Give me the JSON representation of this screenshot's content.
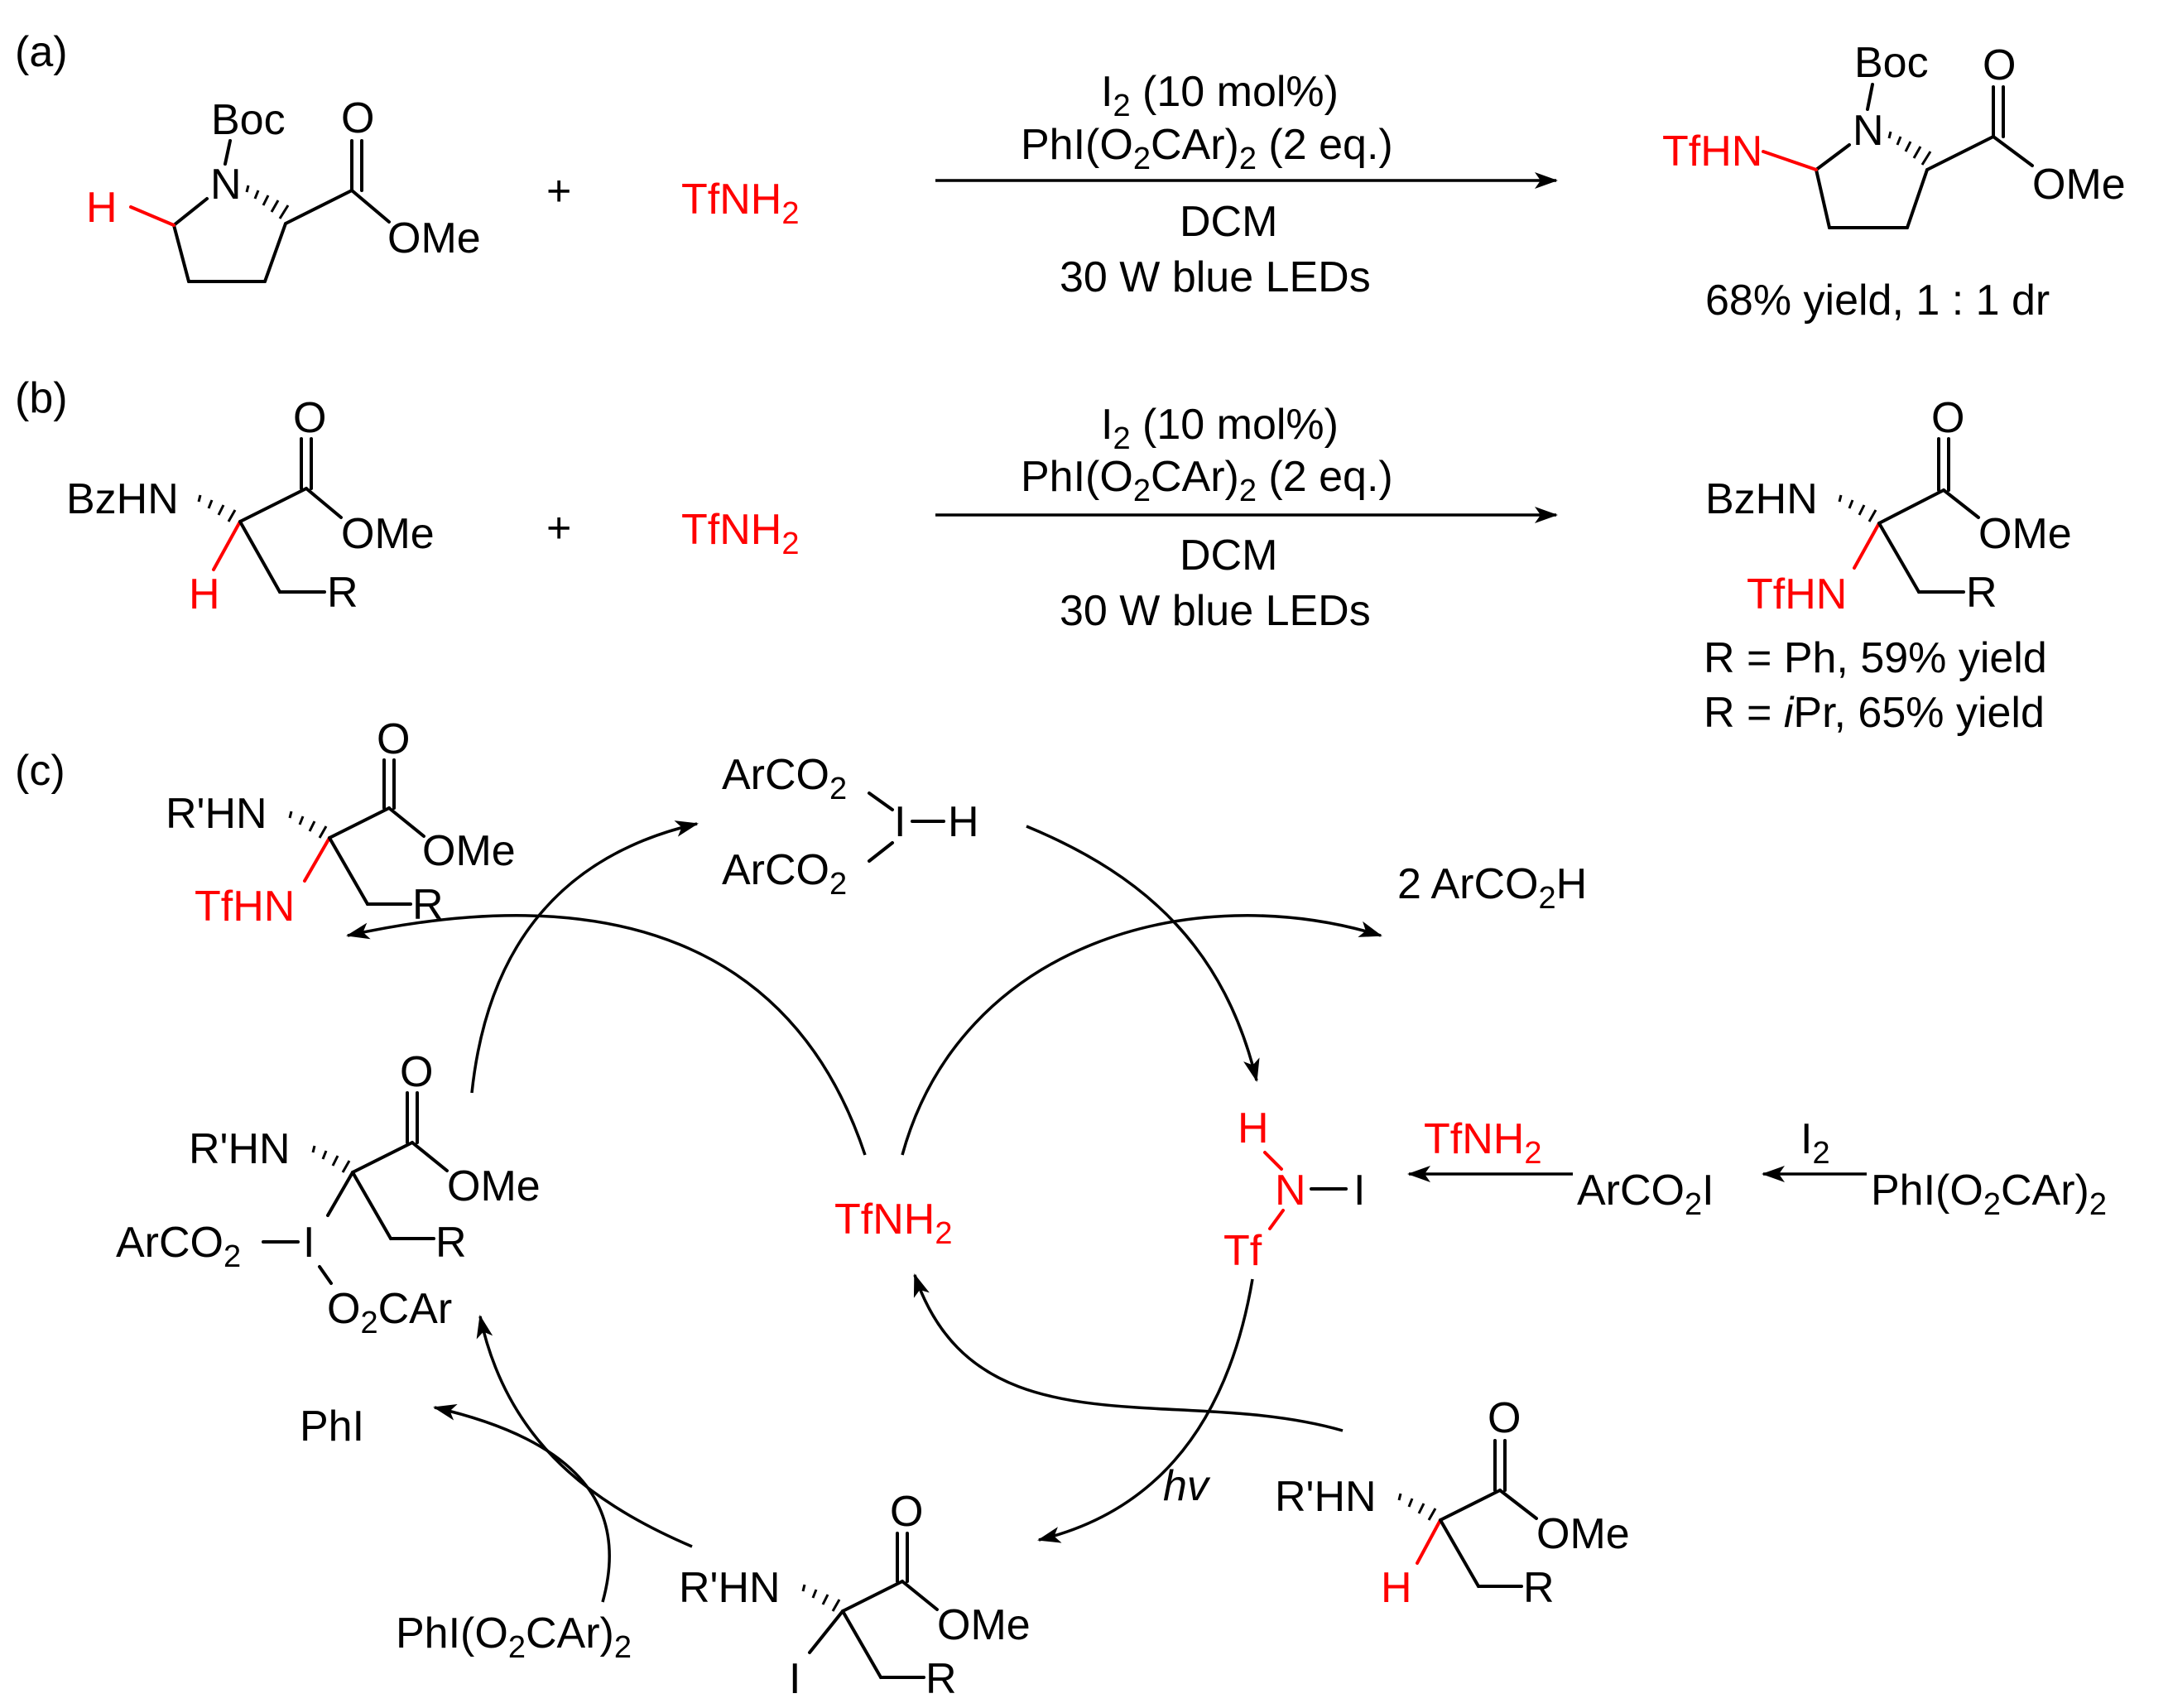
{
  "panels": {
    "a": "(a)",
    "b": "(b)",
    "c": "(c)"
  },
  "reaction_a": {
    "substrate_boc": "Boc",
    "substrate_n": "N",
    "substrate_h": "H",
    "substrate_o": "O",
    "substrate_ome": "OMe",
    "plus": "+",
    "reagent": "TfNH",
    "reagent_sub": "2",
    "cond_line1_main": "I",
    "cond_line1_sub": "2",
    "cond_line1_rest": " (10 mol%)",
    "cond_line2_a": "PhI(O",
    "cond_line2_sub1": "2",
    "cond_line2_b": "CAr)",
    "cond_line2_sub2": "2",
    "cond_line2_c": " (2 eq.)",
    "cond_solvent": "DCM",
    "cond_light": "30 W blue LEDs",
    "product_boc": "Boc",
    "product_n": "N",
    "product_tfhn": "TfHN",
    "product_o": "O",
    "product_ome": "OMe",
    "yield": "68% yield, 1 : 1 dr"
  },
  "reaction_b": {
    "substrate_bzhn": "BzHN",
    "substrate_o": "O",
    "substrate_ome": "OMe",
    "substrate_h": "H",
    "substrate_r": "R",
    "plus": "+",
    "reagent": "TfNH",
    "reagent_sub": "2",
    "cond_line1_main": "I",
    "cond_line1_sub": "2",
    "cond_line1_rest": " (10 mol%)",
    "cond_line2_a": "PhI(O",
    "cond_line2_sub1": "2",
    "cond_line2_b": "CAr)",
    "cond_line2_sub2": "2",
    "cond_line2_c": " (2 eq.)",
    "cond_solvent": "DCM",
    "cond_light": "30 W blue LEDs",
    "product_bzhn": "BzHN",
    "product_tfhn": "TfHN",
    "product_o": "O",
    "product_ome": "OMe",
    "product_r": "R",
    "yield_ph": "R = Ph, 59% yield",
    "yield_ipr_a": "R = ",
    "yield_ipr_i": "i",
    "yield_ipr_b": "Pr, 65% yield"
  },
  "cycle": {
    "product_rhn": "R'HN",
    "product_o": "O",
    "product_ome": "OMe",
    "product_tfhn": "TfHN",
    "product_r": "R",
    "iodane_arco2_top": "ArCO",
    "iodane_arco2_bottom": "ArCO",
    "iodane_sub": "2",
    "iodane_i": "I",
    "iodane_h": "H",
    "byproduct_a": "2 ArCO",
    "byproduct_sub": "2",
    "byproduct_b": "H",
    "center_tfnh2": "TfNH",
    "center_sub": "2",
    "nih_h": "H",
    "nih_n": "N",
    "nih_i": "I",
    "nih_tf": "Tf",
    "arrow_tfnh2": "TfNH",
    "arrow_tfnh2_sub": "2",
    "acyl_iodide_a": "ArCO",
    "acyl_iodide_sub": "2",
    "acyl_iodide_b": "I",
    "arrow_i2": "I",
    "arrow_i2_sub": "2",
    "pida_a": "PhI(O",
    "pida_sub1": "2",
    "pida_b": "CAr)",
    "pida_sub2": "2",
    "hv": "hv",
    "sm_rhn": "R'HN",
    "sm_o": "O",
    "sm_ome": "OMe",
    "sm_h": "H",
    "sm_r": "R",
    "alkyl_iodide_rhn": "R'HN",
    "alkyl_iodide_o": "O",
    "alkyl_iodide_ome": "OMe",
    "alkyl_iodide_i": "I",
    "alkyl_iodide_r": "R",
    "pida2_a": "PhI(O",
    "pida2_sub1": "2",
    "pida2_b": "CAr)",
    "pida2_sub2": "2",
    "phi": "PhI",
    "int_rhn": "R'HN",
    "int_o": "O",
    "int_ome": "OMe",
    "int_arco2": "ArCO",
    "int_arco2_sub": "2",
    "int_i": "I",
    "int_r": "R",
    "int_o2car_a": "O",
    "int_o2car_sub": "2",
    "int_o2car_b": "CAr"
  }
}
